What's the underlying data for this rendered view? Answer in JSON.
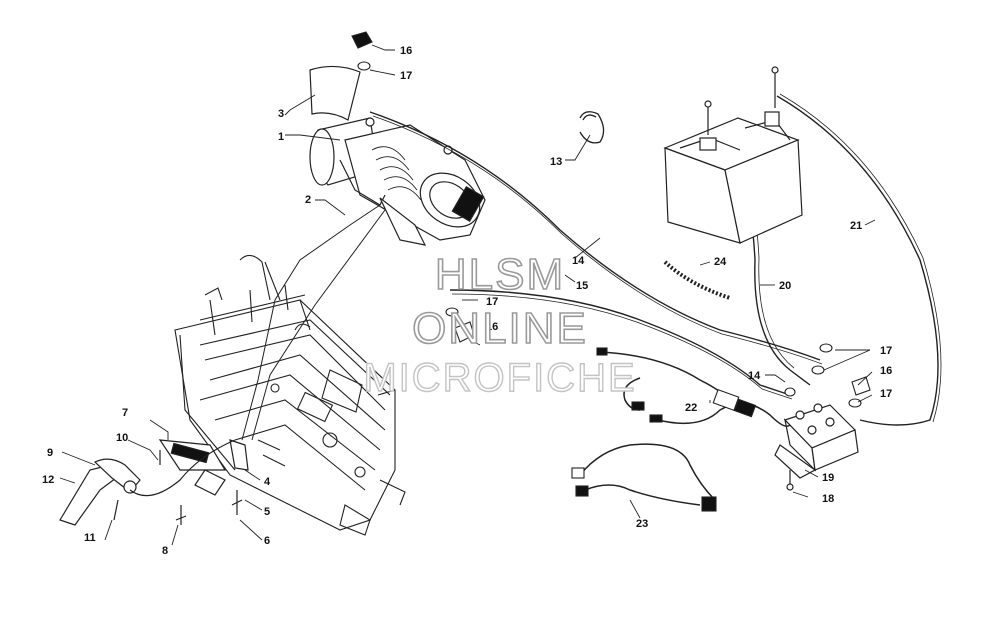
{
  "watermark": {
    "line1": "HLSM",
    "line2": "ONLINE",
    "line3": "MICROFICHE"
  },
  "callouts": [
    {
      "id": "c16a",
      "label": "16"
    },
    {
      "id": "c17a",
      "label": "17"
    },
    {
      "id": "c3",
      "label": "3"
    },
    {
      "id": "c1",
      "label": "1"
    },
    {
      "id": "c13",
      "label": "13"
    },
    {
      "id": "c2",
      "label": "2"
    },
    {
      "id": "c21",
      "label": "21"
    },
    {
      "id": "c14a",
      "label": "14"
    },
    {
      "id": "c15",
      "label": "15"
    },
    {
      "id": "c17b",
      "label": "17"
    },
    {
      "id": "c16b",
      "label": "16"
    },
    {
      "id": "c24",
      "label": "24"
    },
    {
      "id": "c20",
      "label": "20"
    },
    {
      "id": "c17c",
      "label": "17"
    },
    {
      "id": "c14b",
      "label": "14"
    },
    {
      "id": "c16c",
      "label": "16"
    },
    {
      "id": "c17d",
      "label": "17"
    },
    {
      "id": "c22",
      "label": "22"
    },
    {
      "id": "c19",
      "label": "19"
    },
    {
      "id": "c18",
      "label": "18"
    },
    {
      "id": "c23",
      "label": "23"
    },
    {
      "id": "c7",
      "label": "7"
    },
    {
      "id": "c10",
      "label": "10"
    },
    {
      "id": "c9",
      "label": "9"
    },
    {
      "id": "c12",
      "label": "12"
    },
    {
      "id": "c11",
      "label": "11"
    },
    {
      "id": "c4",
      "label": "4"
    },
    {
      "id": "c5",
      "label": "5"
    },
    {
      "id": "c8",
      "label": "8"
    },
    {
      "id": "c6",
      "label": "6"
    }
  ]
}
